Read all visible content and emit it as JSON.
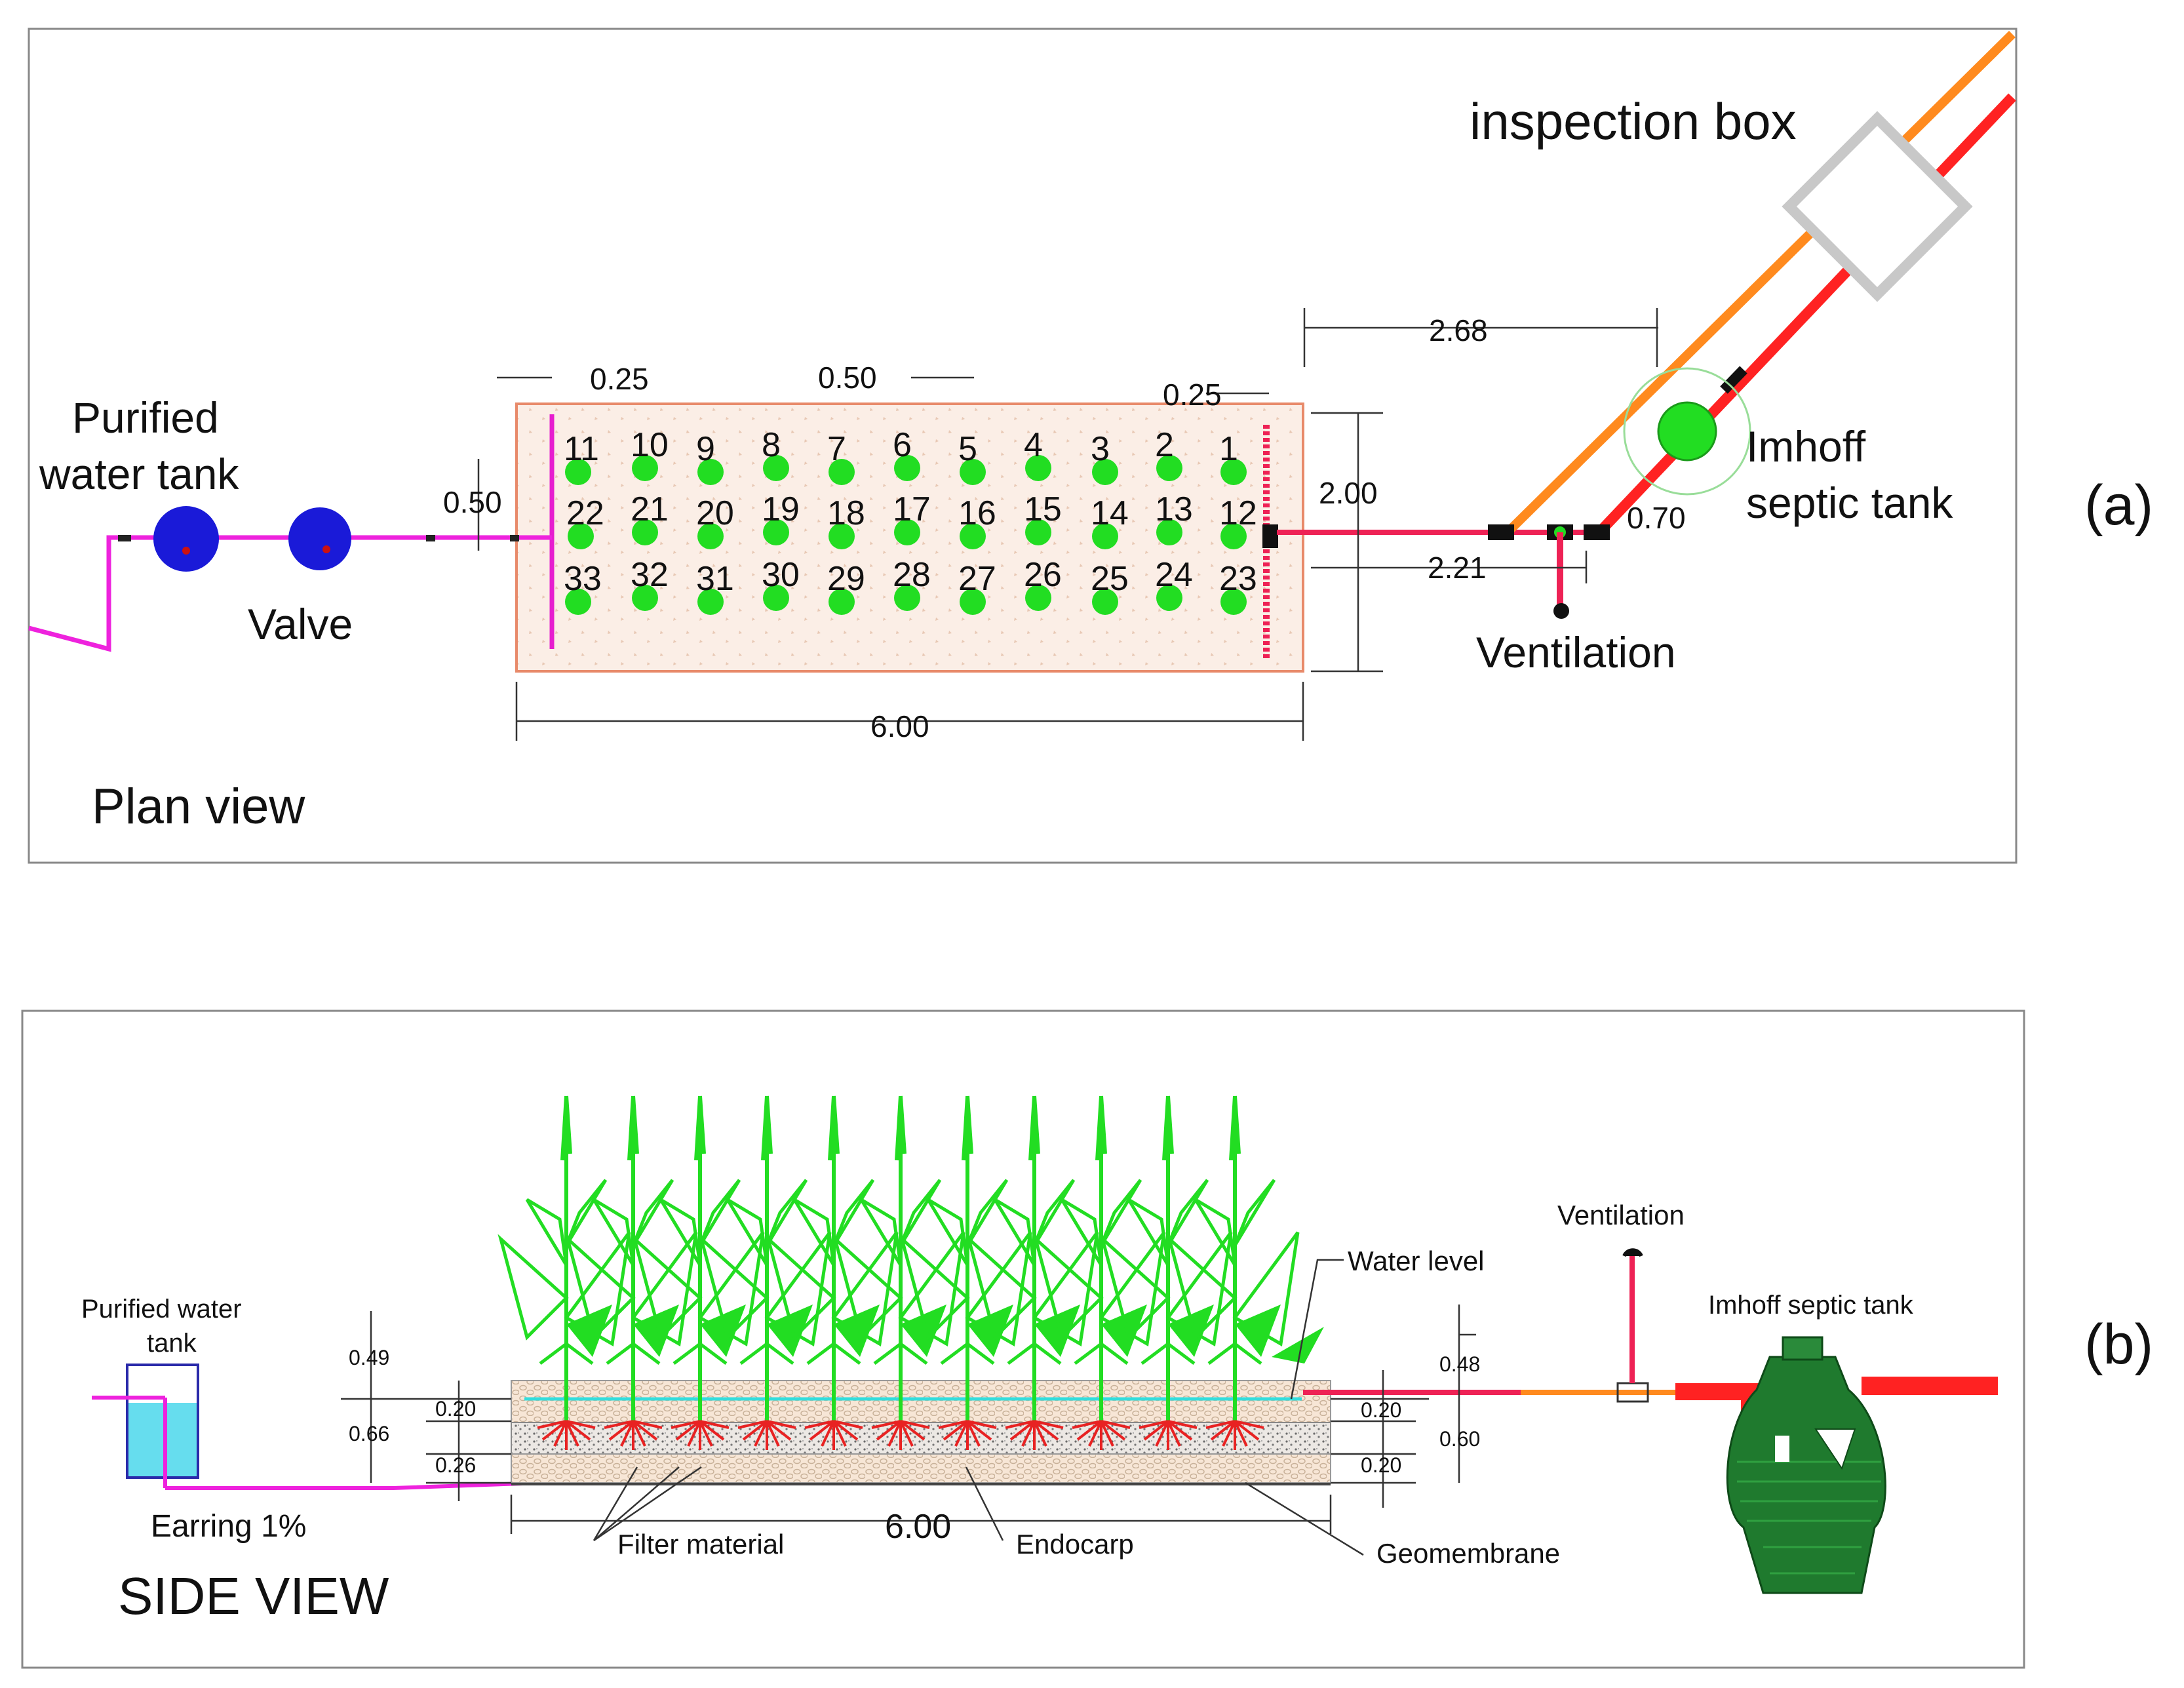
{
  "plan": {
    "inspection_box": "inspection box",
    "purified_tank": [
      "Purified",
      "water tank"
    ],
    "valve": "Valve",
    "imhoff": [
      "Imhoff",
      "septic tank"
    ],
    "ventilation": "Ventilation",
    "view_title": "Plan view",
    "panel_label": "(a)",
    "dims": {
      "d_025_left": "0.25",
      "d_050_top": "0.50",
      "d_025_right": "0.25",
      "d_050_left": "0.50",
      "d_200": "2.00",
      "d_600": "6.00",
      "d_268": "2.68",
      "d_221": "2.21",
      "d_070": "0.70"
    },
    "plant_numbers": [
      "1",
      "2",
      "3",
      "4",
      "5",
      "6",
      "7",
      "8",
      "9",
      "10",
      "11",
      "12",
      "13",
      "14",
      "15",
      "16",
      "17",
      "18",
      "19",
      "20",
      "21",
      "22",
      "23",
      "24",
      "25",
      "26",
      "27",
      "28",
      "29",
      "30",
      "31",
      "32",
      "33"
    ]
  },
  "side": {
    "purified_tank": [
      "Purified water",
      "tank"
    ],
    "earring": "Earring 1%",
    "view_title": "SIDE VIEW",
    "panel_label": "(b)",
    "water_level": "Water level",
    "ventilation": "Ventilation",
    "imhoff": "Imhoff septic tank",
    "filter_material": "Filter material",
    "endocarp": "Endocarp",
    "geomembrane": "Geomembrane",
    "dims": {
      "l049": "0.49",
      "l020": "0.20",
      "l066": "0.66",
      "l026": "0.26",
      "r048": "0.48",
      "r020a": "0.20",
      "r060": "0.60",
      "r020b": "0.20",
      "d600": "6.00"
    }
  },
  "colors": {
    "plant_green": "#22dd22",
    "pipe_magenta": "#ee22dd",
    "pipe_red": "#ff2222",
    "pipe_orange": "#ff8a1e",
    "tank_blue": "#1a1ad8",
    "bed_fill": "#f6e4d8",
    "imhoff_green": "#1f7a2e",
    "water_cyan": "#33dddd"
  }
}
